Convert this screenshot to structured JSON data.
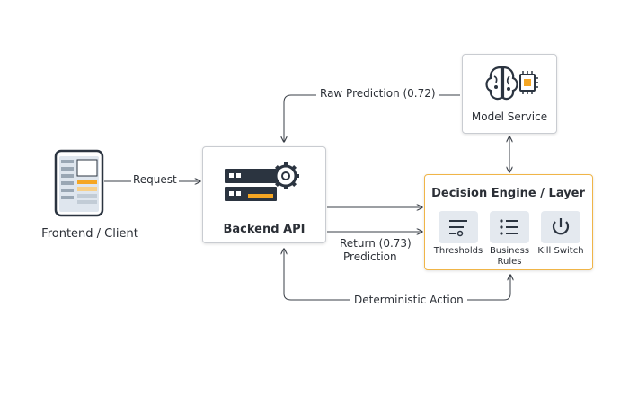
{
  "nodes": {
    "client": {
      "label": "Frontend / Client"
    },
    "backend": {
      "label": "Backend API"
    },
    "model": {
      "label": "Model Service"
    },
    "engine": {
      "title": "Decision Engine / Layer",
      "components": [
        {
          "label": "Thresholds",
          "icon": "sliders-icon"
        },
        {
          "label": "Business\nRules",
          "icon": "list-icon"
        },
        {
          "label": "Kill Switch",
          "icon": "power-icon"
        }
      ]
    }
  },
  "edges": {
    "request": "Request",
    "raw_prediction": "Raw Prediction (0.72)",
    "return_prediction_line1": "Return (0.73)",
    "return_prediction_line2": "Prediction",
    "deterministic_action": "Deterministic Action"
  },
  "colors": {
    "engine_border": "#f0b548",
    "arrow": "#3a3f47",
    "accent_orange": "#f5a623"
  }
}
